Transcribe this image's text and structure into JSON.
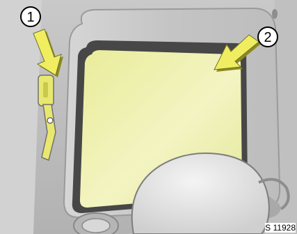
{
  "callouts": {
    "first": "1",
    "second": "2"
  },
  "figure_reference": "S 11928",
  "colors": {
    "panel_gray": "#b9b9b9",
    "frame_dark": "#4a4a4a",
    "window_yellow": "#eef0a8",
    "handle_yellow": "#e8e870",
    "arrow_yellow": "#f0ee60"
  }
}
